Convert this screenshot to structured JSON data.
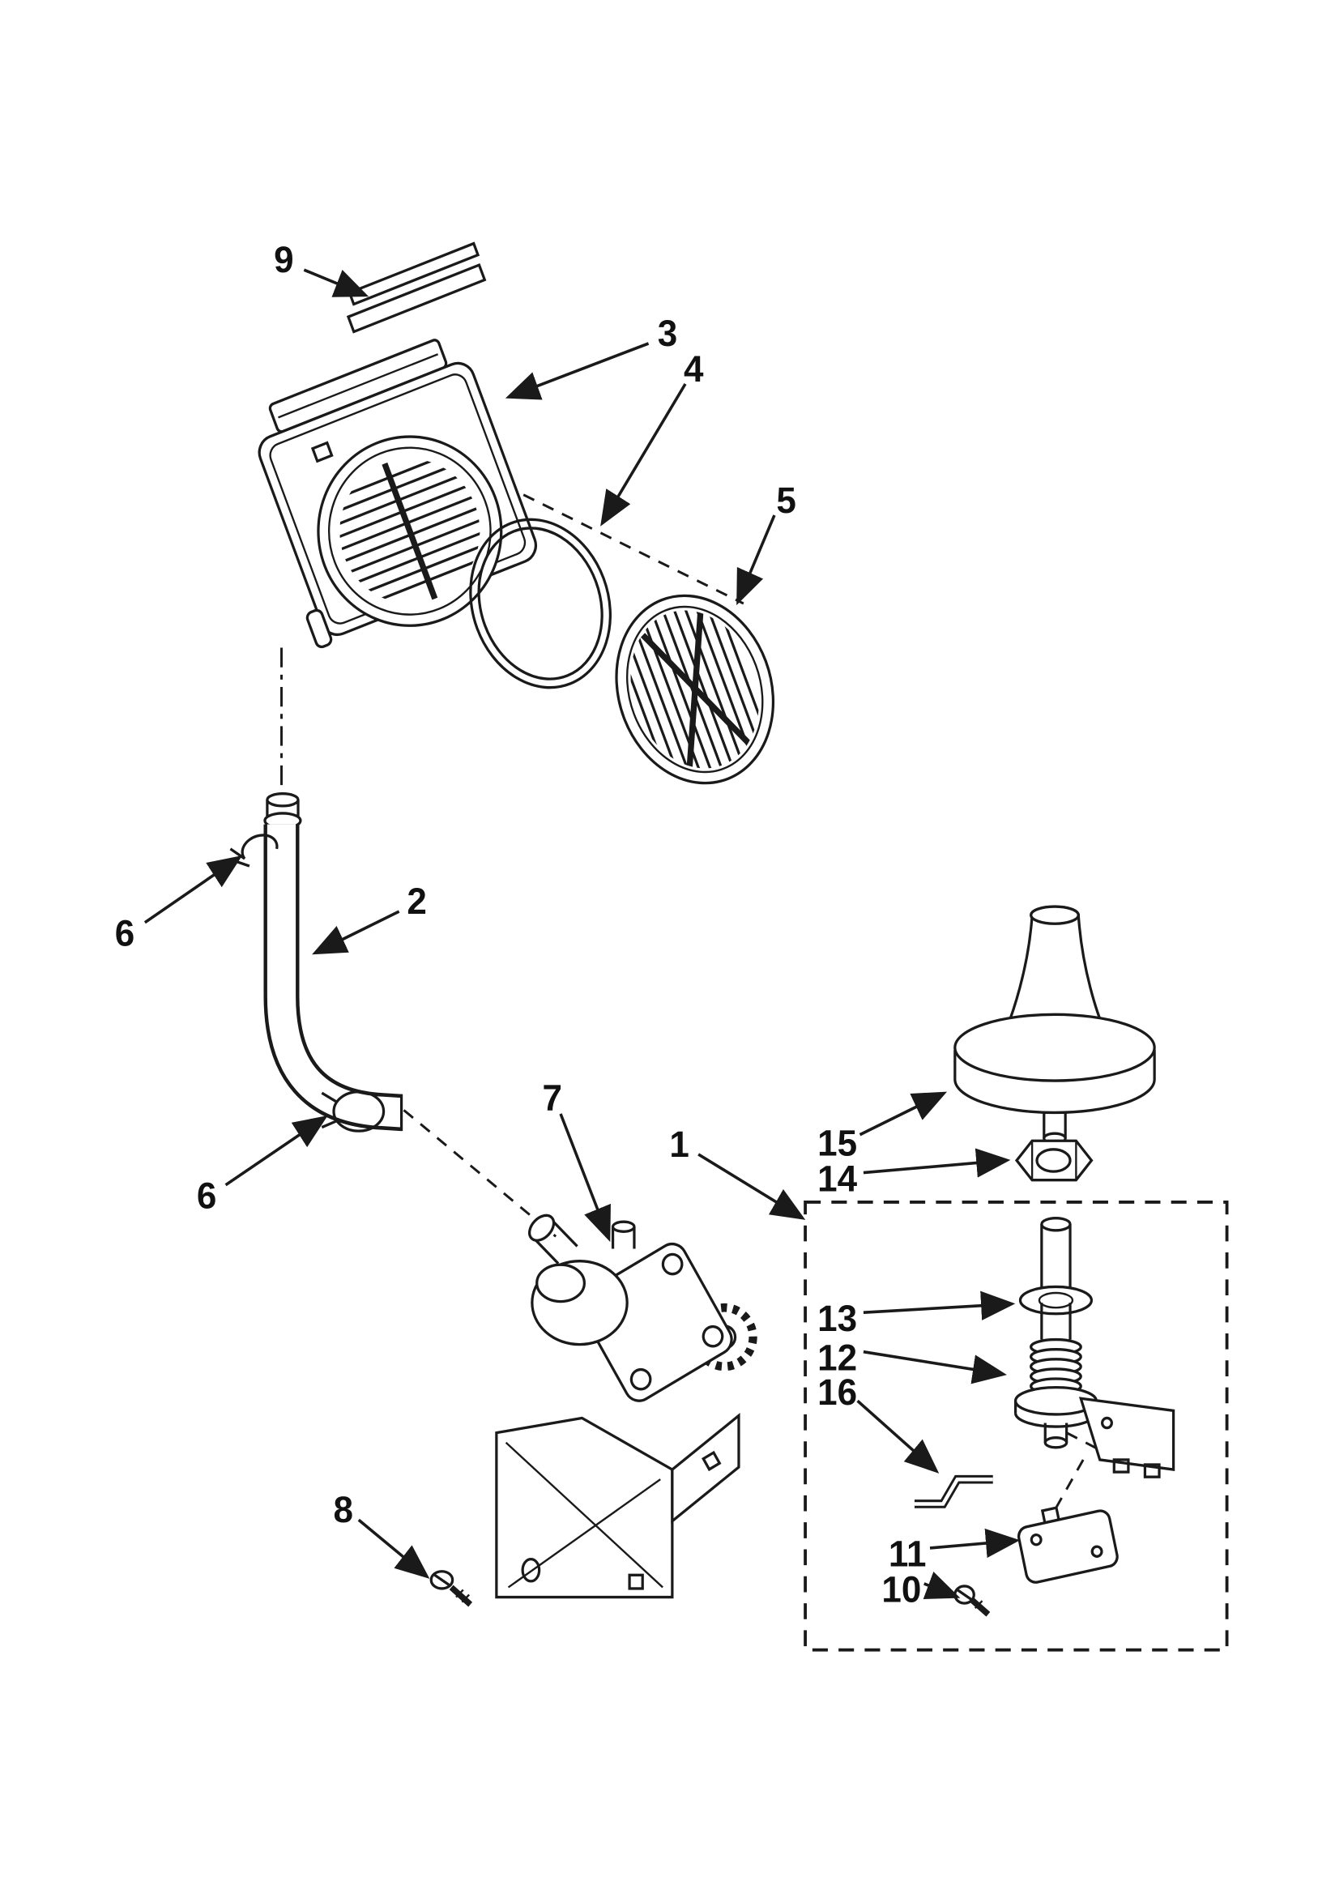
{
  "diagram": {
    "background": "#ffffff",
    "line_color": "#1a1a1a",
    "callouts": [
      {
        "id": "callout-9",
        "label": "9"
      },
      {
        "id": "callout-3",
        "label": "3"
      },
      {
        "id": "callout-4",
        "label": "4"
      },
      {
        "id": "callout-5",
        "label": "5"
      },
      {
        "id": "callout-6-upper",
        "label": "6"
      },
      {
        "id": "callout-2",
        "label": "2"
      },
      {
        "id": "callout-6-lower",
        "label": "6"
      },
      {
        "id": "callout-7",
        "label": "7"
      },
      {
        "id": "callout-1",
        "label": "1"
      },
      {
        "id": "callout-15",
        "label": "15"
      },
      {
        "id": "callout-14",
        "label": "14"
      },
      {
        "id": "callout-13",
        "label": "13"
      },
      {
        "id": "callout-12",
        "label": "12"
      },
      {
        "id": "callout-16",
        "label": "16"
      },
      {
        "id": "callout-11",
        "label": "11"
      },
      {
        "id": "callout-10",
        "label": "10"
      },
      {
        "id": "callout-8",
        "label": "8"
      }
    ]
  }
}
